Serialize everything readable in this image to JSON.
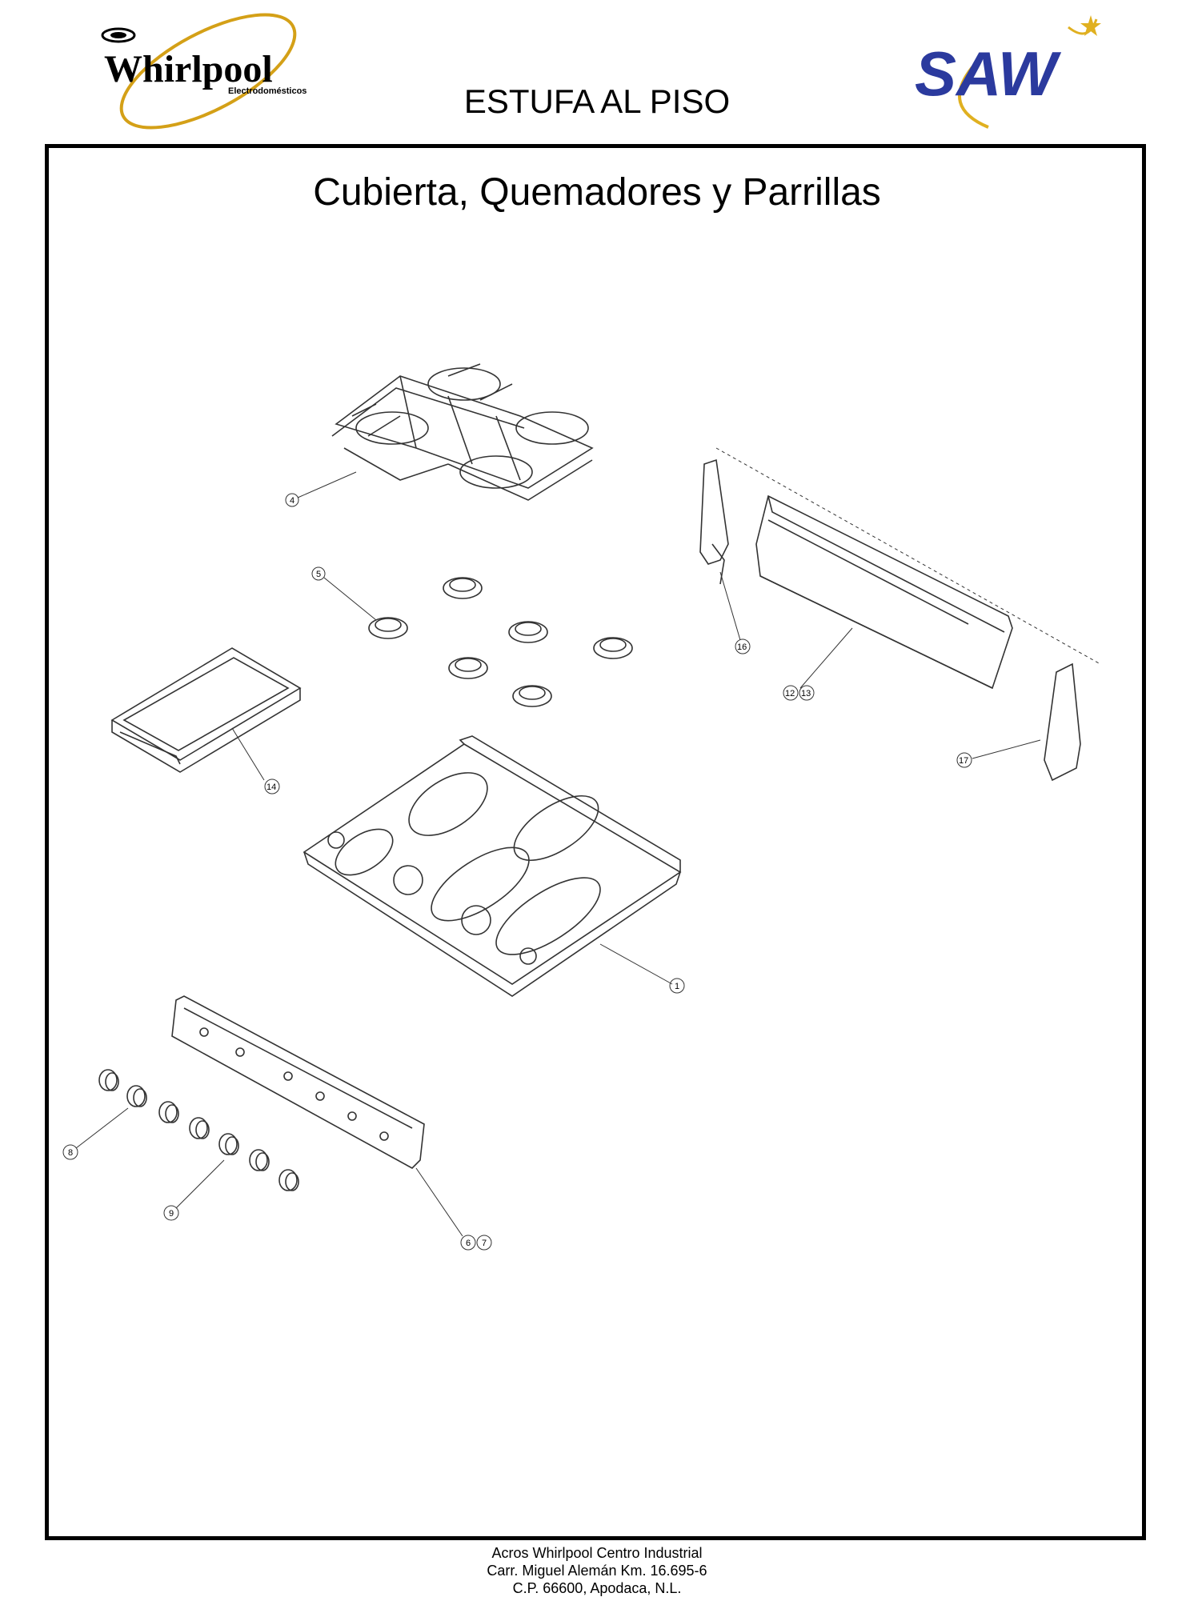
{
  "header": {
    "brand_left": "Whirlpool",
    "brand_left_sub": "Electrodomésticos",
    "brand_right": "SAW",
    "title": "ESTUFA AL PISO"
  },
  "section_title": "Cubierta, Quemadores y Parrillas",
  "callouts": {
    "c1": "1",
    "c4": "4",
    "c5": "5",
    "c6a": "6",
    "c7": "7",
    "c8": "8",
    "c9": "9",
    "c12": "12",
    "c13": "13",
    "c14": "14",
    "c16": "16",
    "c17": "17"
  },
  "footer": {
    "line1": "Acros Whirlpool Centro Industrial",
    "line2": "Carr. Miguel Alemán Km. 16.695-6",
    "line3": "C.P. 66600, Apodaca, N.L."
  },
  "colors": {
    "whirlpool_gold": "#d4a017",
    "saw_blue": "#2b3a9e",
    "saw_gold": "#e0b020",
    "line": "#333333"
  }
}
